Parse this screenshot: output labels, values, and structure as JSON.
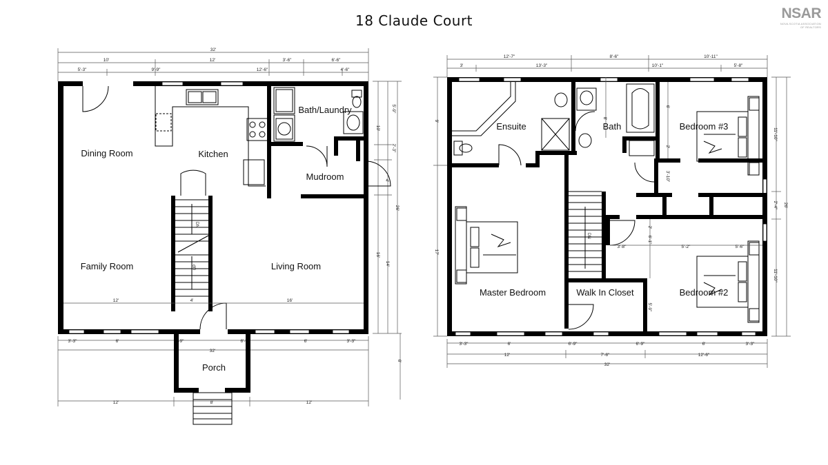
{
  "title": "18 Claude Court",
  "logo": {
    "text": "NSAR",
    "caption": "NOVA SCOTIA ASSOCIATION OF REALTORS"
  },
  "ground_floor": {
    "rooms": {
      "dining_room": "Dining Room",
      "kitchen": "Kitchen",
      "bath_laundry": "Bath/Laundry",
      "mudroom": "Mudroom",
      "family_room": "Family Room",
      "living_room": "Living Room",
      "porch": "Porch"
    },
    "stairs": {
      "down": "DN",
      "up": "UP"
    },
    "dims": {
      "total_top": "32'",
      "top_10": "10'",
      "top_12": "12'",
      "top_3_6": "3'-6\"",
      "top_6_6": "6'-6\"",
      "top_5_3": "5'-3\"",
      "top_9_9": "9'-9\"",
      "top_12_6": "12'-6\"",
      "top_4_6": "4'-6\"",
      "right_5_9": "5'-9\"",
      "right_10": "10'",
      "right_2_3": "2'-3\"",
      "right_4": "4'",
      "right_26": "26'",
      "right_16": "16'",
      "right_14": "14'",
      "inner_12": "12'",
      "inner_4": "4'",
      "inner_16": "16'",
      "bot_3_3a": "3'-3\"",
      "bot_6a": "6'",
      "bot_6_9a": "6'-9\"",
      "bot_6_9b": "6'-9\"",
      "bot_6b": "6'",
      "bot_3_3b": "3'-3\"",
      "bot_32": "32'",
      "porch_12a": "12'",
      "porch_8": "8'",
      "porch_12b": "12'",
      "porch_6": "6'"
    }
  },
  "upper_floor": {
    "rooms": {
      "ensuite": "Ensuite",
      "bath": "Bath",
      "bedroom3": "Bedroom #3",
      "master": "Master Bedroom",
      "walkin": "Walk In Closet",
      "bedroom2": "Bedroom #2"
    },
    "stairs": {
      "down": "DN"
    },
    "dims": {
      "top_12_7": "12'-7\"",
      "top_8_6": "8'-6\"",
      "top_10_11": "10'-11\"",
      "top_3": "3'",
      "top_13_3": "13'-3\"",
      "top_10_1": "10'-1\"",
      "top_5_8": "5'-8\"",
      "left_9": "9'",
      "left_17": "17'",
      "right_11_10a": "11'-10\"",
      "right_26": "26'",
      "right_2_4": "2'-4\"",
      "right_11_10b": "11'-10\"",
      "in_8": "8'",
      "in_6": "6'",
      "in_2": "2'",
      "in_3_10": "3'-10\"",
      "in_3_8": "3'-8\"",
      "in_6_1": "6'-1\"",
      "in_2b": "2'",
      "in_5_2": "5'-2\"",
      "in_5_6": "5'-6\"",
      "in_5_9": "5'-9\"",
      "bot_3_3a": "3'-3\"",
      "bot_6a": "6'",
      "bot_6_9a": "6'-9\"",
      "bot_6_9b": "6'-9\"",
      "bot_6b": "6'",
      "bot_3_3b": "3'-3\"",
      "bot_12": "12'",
      "bot_7_6": "7'-6\"",
      "bot_12_6": "12'-6\"",
      "bot_32": "32'"
    }
  }
}
